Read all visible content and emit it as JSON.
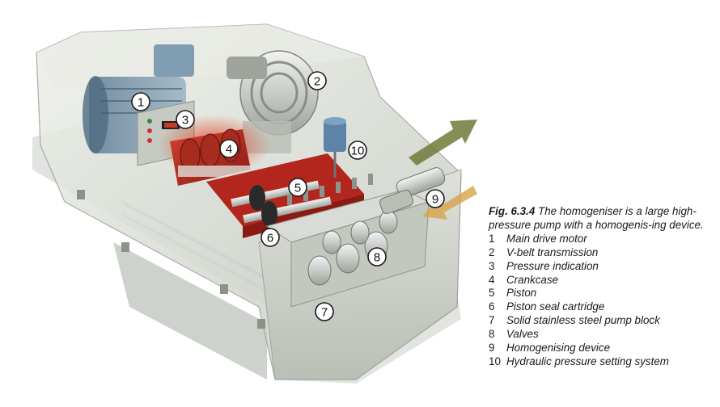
{
  "figure": {
    "label": "Fig. 6.3.4",
    "caption": "The homogeniser is a large high-pressure pump with a homogenis-ing device."
  },
  "legend": [
    {
      "number": "1",
      "text": "Main drive motor"
    },
    {
      "number": "2",
      "text": "V-belt transmission"
    },
    {
      "number": "3",
      "text": "Pressure indication"
    },
    {
      "number": "4",
      "text": "Crankcase"
    },
    {
      "number": "5",
      "text": "Piston"
    },
    {
      "number": "6",
      "text": "Piston seal cartridge"
    },
    {
      "number": "7",
      "text": "Solid stainless steel pump block"
    },
    {
      "number": "8",
      "text": "Valves"
    },
    {
      "number": "9",
      "text": "Homogenising device"
    },
    {
      "number": "10",
      "text": "Hydraulic pressure setting system"
    }
  ],
  "callouts": [
    "1",
    "2",
    "3",
    "4",
    "5",
    "6",
    "7",
    "8",
    "9",
    "10"
  ],
  "colors": {
    "housing": "#d9dcd6",
    "housing_shadow": "#b7bcb3",
    "frame_blue": "#6f8fa8",
    "crankcase_red": "#b3261e",
    "steel": "#c8ccc8",
    "outlet_arrow": "#6f7a3a",
    "inlet_arrow": "#d8a24a"
  }
}
